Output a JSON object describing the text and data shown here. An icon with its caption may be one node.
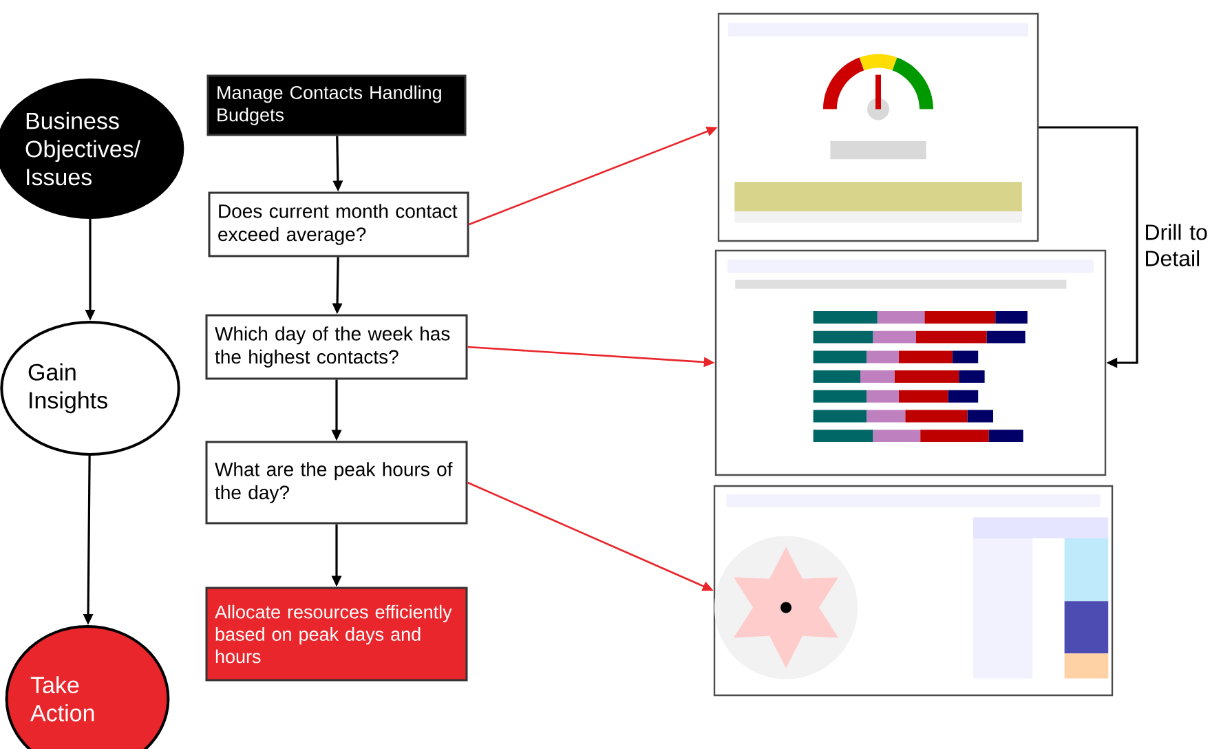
{
  "diagram": {
    "nodes": [
      {
        "text": [
          "Business Objectives/ Issues"
        ]
      },
      {
        "text": [
          "Gain Insights"
        ]
      },
      {
        "text": [
          "Take Action"
        ]
      },
      {
        "text": [
          "Manage Contacts Handling Budgets"
        ]
      },
      {
        "text": [
          "Does current month contact exceed average?"
        ]
      },
      {
        "text": [
          "Which day of the week has the highest contacts?"
        ]
      },
      {
        "text": [
          "What are the peak hours of the day?"
        ]
      },
      {
        "text": [
          "Allocate resources efficiently based on peak days and hours"
        ]
      },
      {
        "text": [],
        "shape": "picture"
      },
      {
        "text": [],
        "shape": "picture"
      },
      {
        "text": [],
        "shape": "picture"
      }
    ],
    "edges": [
      {
        "from": 0,
        "to": 1,
        "arrow": "to"
      },
      {
        "from": 1,
        "to": 2,
        "arrow": "to"
      },
      {
        "from": 3,
        "to": 4,
        "arrow": "to"
      },
      {
        "from": 4,
        "to": 5,
        "arrow": "to"
      },
      {
        "from": 5,
        "to": 6,
        "arrow": "to"
      },
      {
        "from": 6,
        "to": 7,
        "arrow": "to"
      },
      {
        "from": 4,
        "to": 8,
        "arrow": "to",
        "color": "#e8262b"
      },
      {
        "from": 5,
        "to": 9,
        "arrow": "to",
        "color": "#e8262b"
      },
      {
        "from": 6,
        "to": 10,
        "arrow": "to",
        "color": "#e8262b"
      },
      {
        "from": 8,
        "to": 9,
        "arrow": "to",
        "label": "Drill to Detail"
      }
    ]
  }
}
